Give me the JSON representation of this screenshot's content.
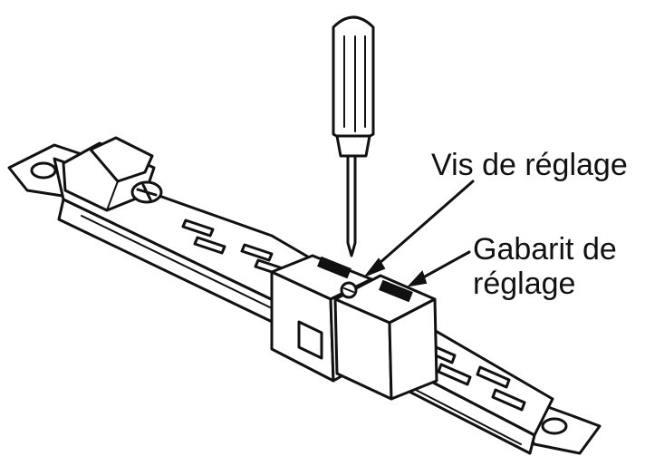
{
  "callouts": {
    "adjust_screw": "Vis de réglage",
    "adjust_gauge_line1": "Gabarit de",
    "adjust_gauge_line2": "réglage"
  },
  "colors": {
    "ink": "#111111",
    "paper": "#ffffff"
  },
  "icons": [
    "screwdriver-icon",
    "hinge-rail-icon",
    "screw-head-icon"
  ]
}
